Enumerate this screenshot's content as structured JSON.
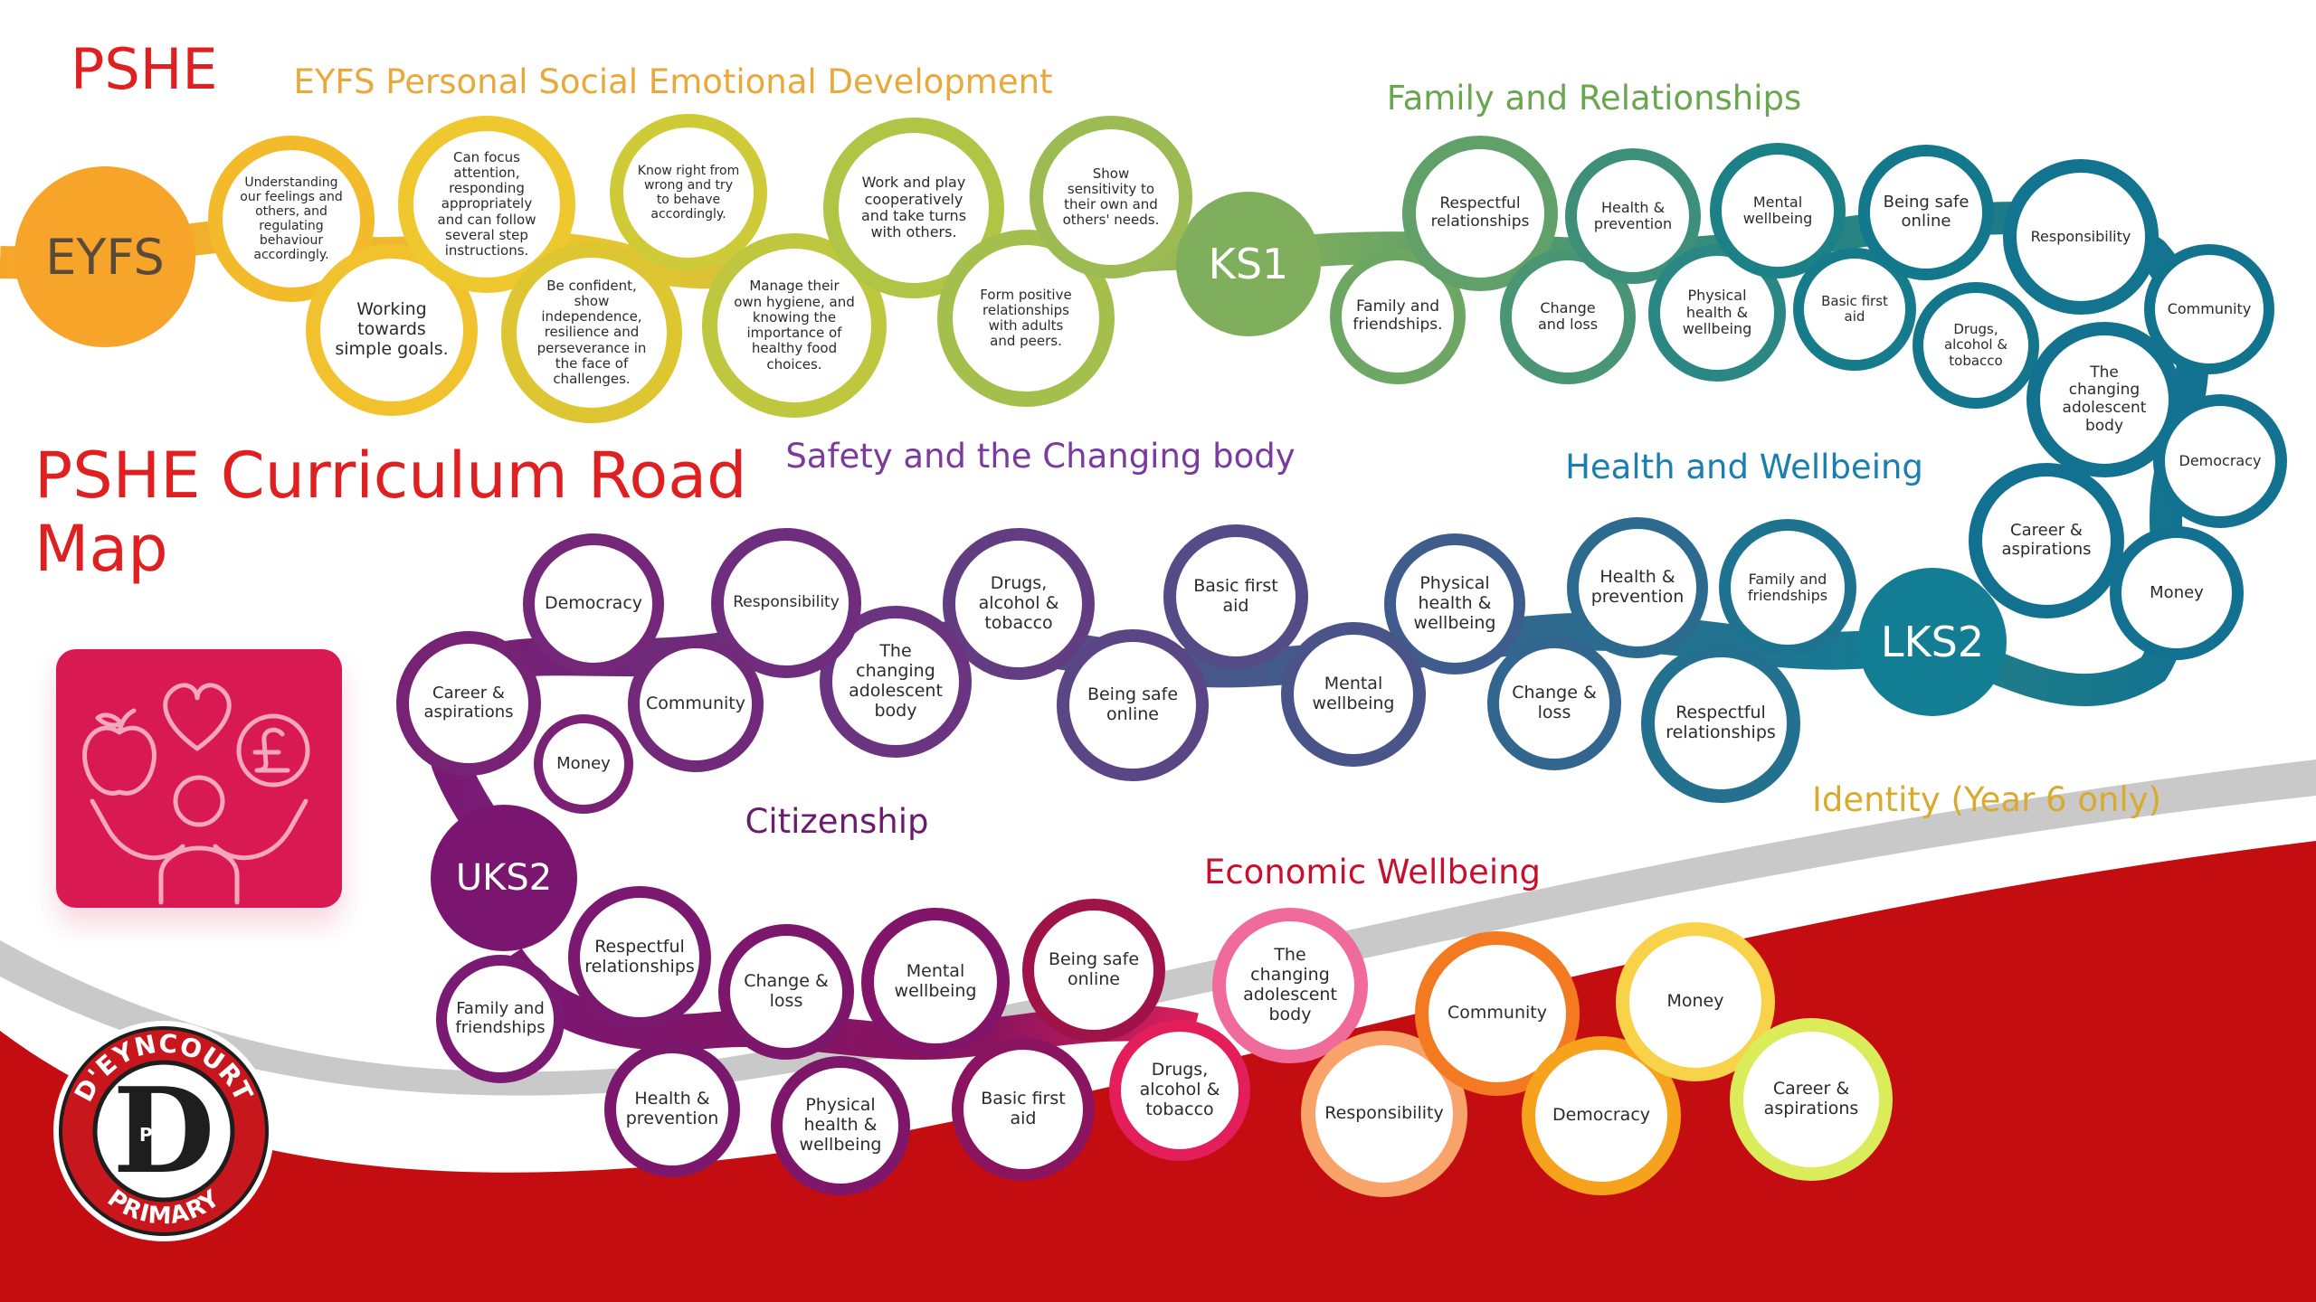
{
  "titles": {
    "pshe": "PSHE",
    "roadmap": [
      "PSHE Curriculum Road",
      "Map"
    ]
  },
  "colors": {
    "title_red": "#e02020",
    "eyfs": "#f6a52a",
    "ks1": "#7fae5c",
    "lks2": "#137e93",
    "uks2": "#7a1670",
    "health_text": "#1a7fb0",
    "citizenship_text": "#6a1d6e",
    "economic_text": "#c8102e",
    "identity_text": "#d8aa2e",
    "safety_text": "#7a3aa0",
    "band_red": "#c40d10",
    "band_grey": "#c7c7c7"
  },
  "sections": {
    "eyfs_psed": "EYFS Personal Social Emotional Development",
    "family": "Family and Relationships",
    "safety": "Safety and the Changing body",
    "health": "Health and Wellbeing",
    "citizenship": "Citizenship",
    "economic": "Economic Wellbeing",
    "identity": "Identity (Year 6 only)"
  },
  "stages": [
    {
      "key": "eyfs",
      "label": "EYFS"
    },
    {
      "key": "ks1",
      "label": "KS1"
    },
    {
      "key": "lks2",
      "label": "LKS2"
    },
    {
      "key": "uks2",
      "label": "UKS2"
    }
  ],
  "icons": [
    "apple-icon",
    "heart-icon",
    "pound-coin-icon",
    "person-icon"
  ],
  "logo": {
    "top_text": "D'EYNCOURT",
    "bottom_text": "PRIMARY",
    "letter": "D",
    "small_letters": "P S"
  },
  "bubbles": {
    "eyfs": [
      {
        "lines": [
          "Understanding",
          "our feelings and",
          "others, and",
          "regulating",
          "behaviour",
          "accordingly."
        ],
        "color": "#f3bb2b"
      },
      {
        "lines": [
          "Working",
          "towards",
          "simple goals."
        ],
        "color": "#f2c22e"
      },
      {
        "lines": [
          "Can focus",
          "attention,",
          "responding",
          "appropriately",
          "and can follow",
          "several step",
          "instructions."
        ],
        "color": "#efc72f"
      },
      {
        "lines": [
          "Be confident,",
          "show",
          "independence,",
          "resilience and",
          "perseverance in",
          "the face of",
          "challenges."
        ],
        "color": "#ddc632"
      },
      {
        "lines": [
          "Know right from",
          "wrong and try",
          "to behave",
          "accordingly."
        ],
        "color": "#cfcb38"
      },
      {
        "lines": [
          "Manage their",
          "own hygiene, and",
          "knowing the",
          "importance of",
          "healthy food",
          "choices."
        ],
        "color": "#bfc73f"
      },
      {
        "lines": [
          "Work and play",
          "cooperatively",
          "and take turns",
          "with others."
        ],
        "color": "#b0c445"
      },
      {
        "lines": [
          "Form positive",
          "relationships",
          "with adults",
          "and peers."
        ],
        "color": "#a4bf4c"
      },
      {
        "lines": [
          "Show",
          "sensitivity to",
          "their own and",
          "others' needs."
        ],
        "color": "#9cbb52"
      }
    ],
    "ks1": [
      {
        "lines": [
          "Family and",
          "friendships."
        ],
        "color": "#6ea664"
      },
      {
        "lines": [
          "Respectful",
          "relationships"
        ],
        "color": "#62a06a"
      },
      {
        "lines": [
          "Change",
          "and loss"
        ],
        "color": "#4a9574"
      },
      {
        "lines": [
          "Health &",
          "prevention"
        ],
        "color": "#3d8f7a"
      },
      {
        "lines": [
          "Physical",
          "health &",
          "wellbeing"
        ],
        "color": "#2a8783"
      },
      {
        "lines": [
          "Mental",
          "wellbeing"
        ],
        "color": "#1c8087"
      },
      {
        "lines": [
          "Basic first",
          "aid"
        ],
        "color": "#167b8b"
      },
      {
        "lines": [
          "Being safe",
          "online"
        ],
        "color": "#14788c"
      },
      {
        "lines": [
          "Drugs,",
          "alcohol &",
          "tobacco"
        ],
        "color": "#13768d"
      },
      {
        "lines": [
          "Responsibility"
        ],
        "color": "#12748e"
      },
      {
        "lines": [
          "Community"
        ],
        "color": "#12738f"
      },
      {
        "lines": [
          "The",
          "changing",
          "adolescent",
          "body"
        ],
        "color": "#12728f"
      },
      {
        "lines": [
          "Democracy"
        ],
        "color": "#12728f"
      },
      {
        "lines": [
          "Career &",
          "aspirations"
        ],
        "color": "#127190"
      },
      {
        "lines": [
          "Money"
        ],
        "color": "#127190"
      }
    ],
    "lks2": [
      {
        "lines": [
          "Family and",
          "friendships"
        ],
        "color": "#1e7391"
      },
      {
        "lines": [
          "Respectful",
          "relationships"
        ],
        "color": "#24708f"
      },
      {
        "lines": [
          "Health &",
          "prevention"
        ],
        "color": "#2d6a8f"
      },
      {
        "lines": [
          "Change &",
          "loss"
        ],
        "color": "#33668e"
      },
      {
        "lines": [
          "Physical",
          "health &",
          "wellbeing"
        ],
        "color": "#3f5d8c"
      },
      {
        "lines": [
          "Mental",
          "wellbeing"
        ],
        "color": "#4a5489"
      },
      {
        "lines": [
          "Basic first",
          "aid"
        ],
        "color": "#534c86"
      },
      {
        "lines": [
          "Being safe",
          "online"
        ],
        "color": "#5a4585"
      },
      {
        "lines": [
          "Drugs,",
          "alcohol &",
          "tobacco"
        ],
        "color": "#633d82"
      },
      {
        "lines": [
          "The",
          "changing",
          "adolescent",
          "body"
        ],
        "color": "#6a3480"
      },
      {
        "lines": [
          "Responsibility"
        ],
        "color": "#6e2e7d"
      },
      {
        "lines": [
          "Community"
        ],
        "color": "#71297a"
      },
      {
        "lines": [
          "Democracy"
        ],
        "color": "#742678"
      },
      {
        "lines": [
          "Career &",
          "aspirations"
        ],
        "color": "#762376"
      },
      {
        "lines": [
          "Money"
        ],
        "color": "#782175"
      }
    ],
    "uks2": [
      {
        "lines": [
          "Family and",
          "friendships"
        ],
        "color": "#7a1a72"
      },
      {
        "lines": [
          "Respectful",
          "relationships"
        ],
        "color": "#7a196f"
      },
      {
        "lines": [
          "Health &",
          "prevention"
        ],
        "color": "#7b186e"
      },
      {
        "lines": [
          "Change &",
          "loss"
        ],
        "color": "#7c176c"
      },
      {
        "lines": [
          "Physical",
          "health &",
          "wellbeing"
        ],
        "color": "#7e166a"
      },
      {
        "lines": [
          "Mental",
          "wellbeing"
        ],
        "color": "#82156a"
      },
      {
        "lines": [
          "Basic first",
          "aid"
        ],
        "color": "#8a1460"
      },
      {
        "lines": [
          "Being safe",
          "online"
        ],
        "color": "#a01348"
      },
      {
        "lines": [
          "Drugs,",
          "alcohol &",
          "tobacco"
        ],
        "color": "#e31e5a"
      },
      {
        "lines": [
          "The",
          "changing",
          "adolescent",
          "body"
        ],
        "color": "#f06a9a"
      }
    ],
    "identity": [
      {
        "lines": [
          "Responsibility"
        ],
        "color": "#f8a36a"
      },
      {
        "lines": [
          "Community"
        ],
        "color": "#f47a22"
      },
      {
        "lines": [
          "Democracy"
        ],
        "color": "#f7a21d"
      },
      {
        "lines": [
          "Money"
        ],
        "color": "#f8d34a"
      },
      {
        "lines": [
          "Career &",
          "aspirations"
        ],
        "color": "#dbec5a"
      }
    ]
  }
}
